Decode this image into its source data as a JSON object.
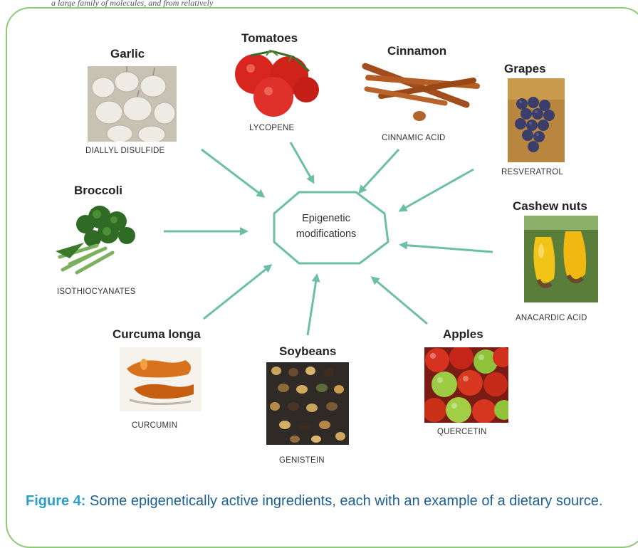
{
  "header_fragment": "a large family of molecules, and from relatively",
  "center": {
    "line1": "Epigenetic",
    "line2": "modifications"
  },
  "sources": [
    {
      "id": "garlic",
      "name": "Garlic",
      "compound": "DIALLYL DISULFIDE"
    },
    {
      "id": "tomatoes",
      "name": "Tomatoes",
      "compound": "LYCOPENE"
    },
    {
      "id": "cinnamon",
      "name": "Cinnamon",
      "compound": "CINNAMIC ACID"
    },
    {
      "id": "grapes",
      "name": "Grapes",
      "compound": "RESVERATROL"
    },
    {
      "id": "broccoli",
      "name": "Broccoli",
      "compound": "ISOTHIOCYANATES"
    },
    {
      "id": "cashew",
      "name": "Cashew nuts",
      "compound": "ANACARDIC ACID"
    },
    {
      "id": "curcuma",
      "name": "Curcuma longa",
      "compound": "CURCUMIN"
    },
    {
      "id": "soybeans",
      "name": "Soybeans",
      "compound": "GENISTEIN"
    },
    {
      "id": "apples",
      "name": "Apples",
      "compound": "QUERCETIN"
    }
  ],
  "caption": {
    "label": "Figure 4:",
    "text": "Some epigenetically active ingredients, each with an example of a dietary source."
  },
  "colors": {
    "arrow": "#6cbfa6",
    "frame": "#8fc97a",
    "caption": "#1d5f8f",
    "caption_label": "#2aa0c8"
  }
}
